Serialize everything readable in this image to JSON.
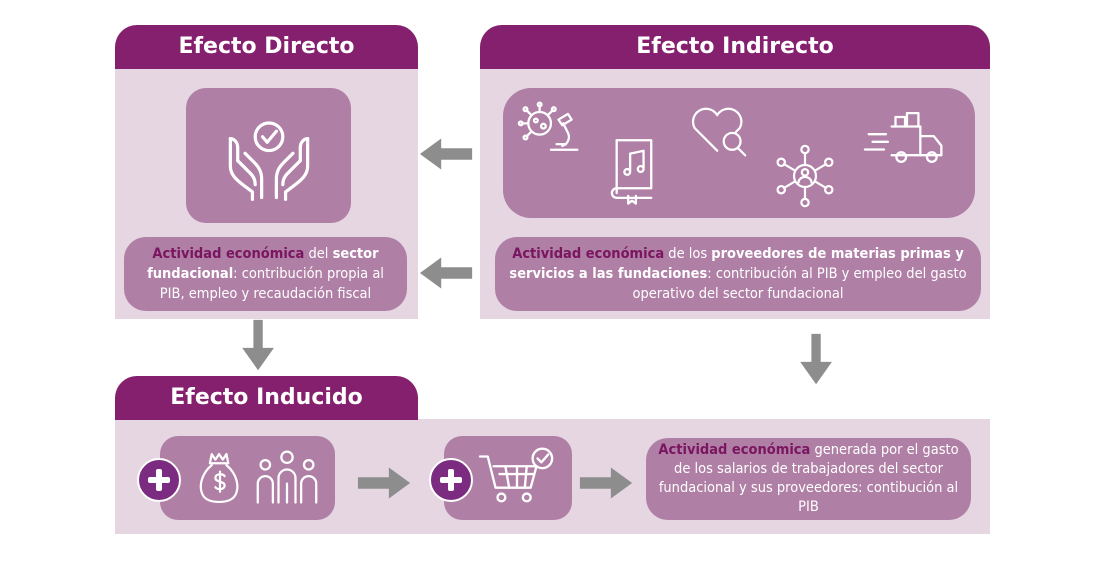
{
  "direct": {
    "title": "Efecto Directo",
    "desc": {
      "highlight": "Actividad económica",
      "text1": " del ",
      "bold": "sector fundacional",
      "text2": ": contribución propia al PIB, empleo y recaudación fiscal"
    },
    "icon": "hands-check-icon"
  },
  "indirect": {
    "title": "Efecto Indirecto",
    "desc": {
      "highlight": "Actividad económica",
      "text1": " de los ",
      "bold": "proveedores de materias primas y servicios a las fundaciones",
      "text2": ": contribución al PIB y empleo del gasto operativo del sector fundacional"
    },
    "icons": [
      "virus-microscope-icon",
      "music-book-icon",
      "heart-search-icon",
      "network-person-icon",
      "delivery-truck-icon"
    ]
  },
  "induced": {
    "title": "Efecto Inducido",
    "desc": {
      "highlight": "Actividad económica",
      "text1": " generada por el gasto de los salarios de trabajadores del sector fundacional y sus proveedores: contibución al PIB"
    },
    "icons": [
      "money-bag-icon",
      "people-icon",
      "shopping-cart-icon"
    ]
  },
  "colors": {
    "tab": "#85206e",
    "panel": "#e5d6e2",
    "box": "#b07fa5",
    "highlight": "#7a1560",
    "plus": "#7b2b80",
    "arrow": "#8d8d8d"
  }
}
